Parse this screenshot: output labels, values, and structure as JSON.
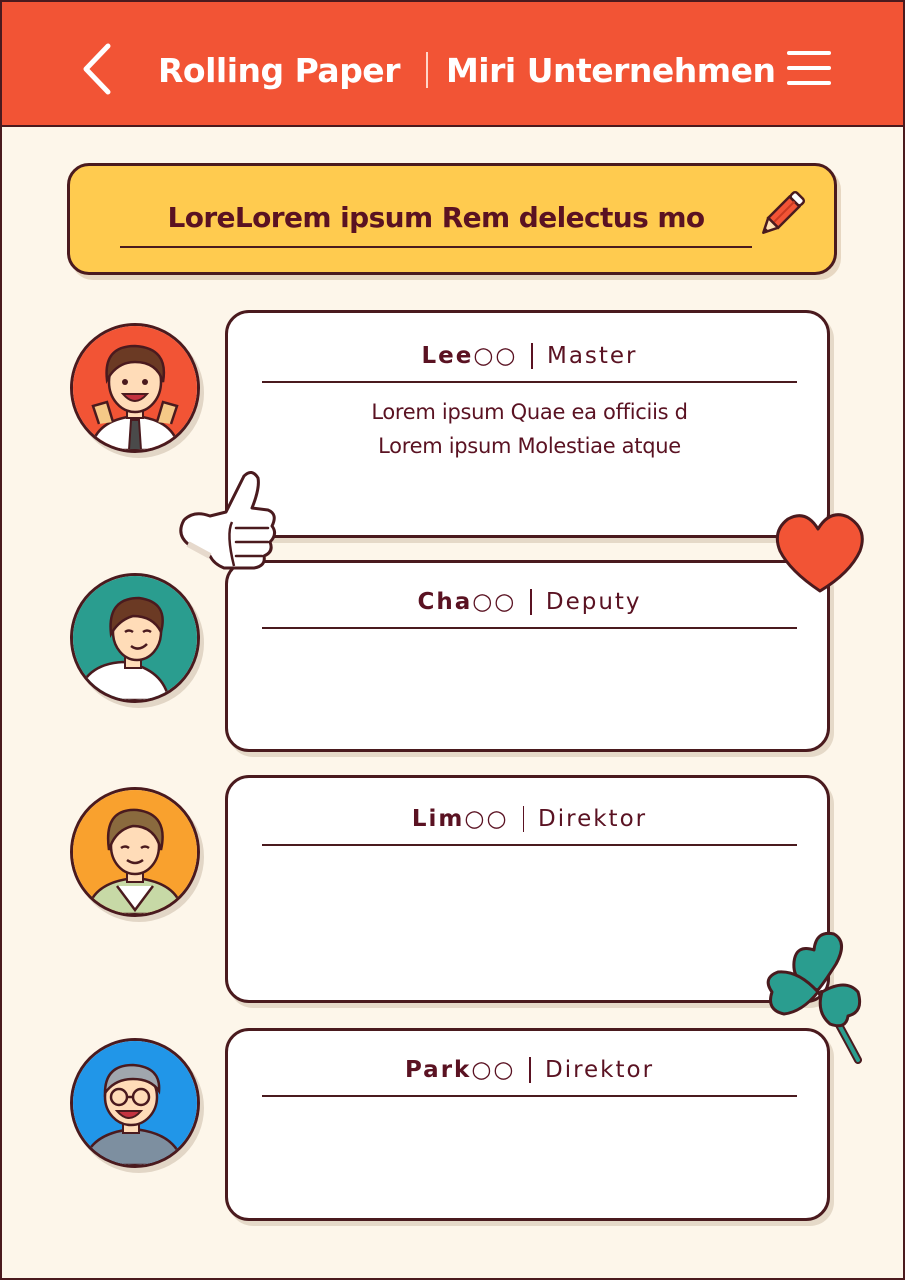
{
  "header": {
    "title": "Rolling Paper",
    "company": "Miri Unternehmen",
    "back_icon": "chevron-left-icon",
    "menu_icon": "hamburger-menu-icon"
  },
  "banner": {
    "title_value": "LoreLorem ipsum Rem delectus mo",
    "edit_icon": "pencil-icon"
  },
  "messages": [
    {
      "name": "Lee○○",
      "role": "Master",
      "lines": [
        "Lorem ipsum Quae ea officiis d",
        "Lorem ipsum Molestiae atque"
      ],
      "avatar_bg": "#f25435"
    },
    {
      "name": "Cha○○",
      "role": "Deputy",
      "lines": [
        "",
        ""
      ],
      "avatar_bg": "#2a9d8f"
    },
    {
      "name": "Lim○○",
      "role": "Direktor",
      "lines": [
        "",
        ""
      ],
      "avatar_bg": "#f9a12e"
    },
    {
      "name": "Park○○",
      "role": "Direktor",
      "lines": [
        "",
        ""
      ],
      "avatar_bg": "#2196e8"
    }
  ],
  "colors": {
    "header": "#f25435",
    "banner": "#ffcb4f",
    "background": "#fdf6ea",
    "text": "#5a1222",
    "outline": "#4a1a1e",
    "heart": "#f25435",
    "clover": "#2a9d8f"
  }
}
